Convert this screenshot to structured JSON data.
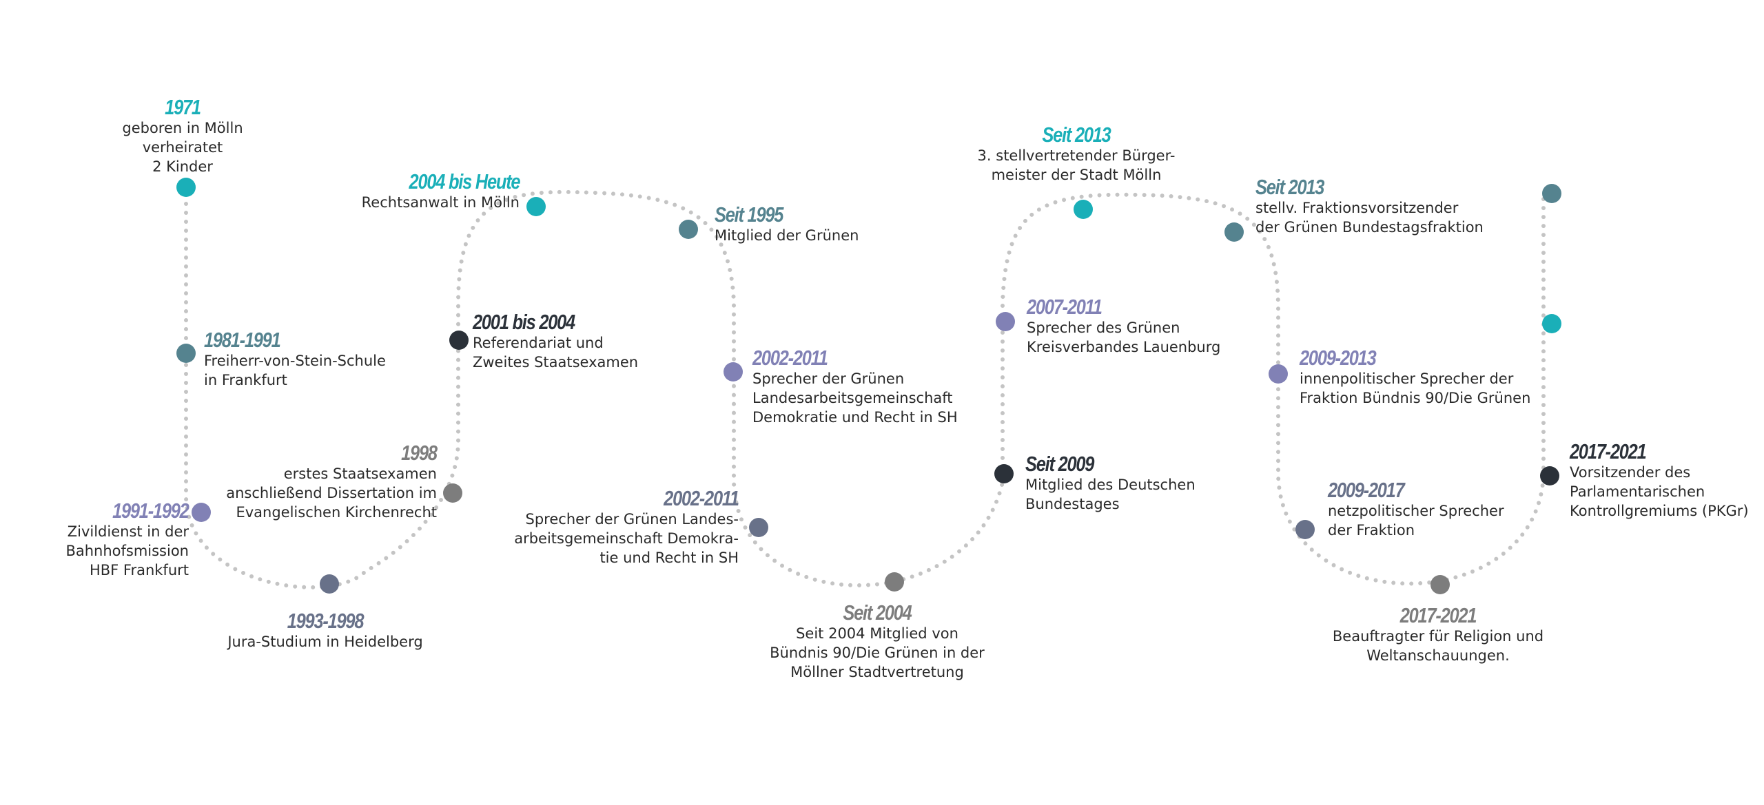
{
  "colors": {
    "teal": "#1aafb8",
    "slate": "#55838f",
    "lavender": "#8181b5",
    "dark": "#2b3139",
    "gray": "#7d7d7d",
    "bluegray": "#687189",
    "path": "#c4c4c4"
  },
  "events": [
    {
      "year": "1971",
      "lines": [
        "geboren in Mölln",
        "verheiratet",
        "2 Kinder"
      ],
      "color": "teal"
    },
    {
      "year": "1981-1991",
      "lines": [
        "Freiherr-von-Stein-Schule",
        "in Frankfurt"
      ],
      "color": "slate"
    },
    {
      "year": "1991-1992",
      "lines": [
        "Zivildienst in der",
        "Bahnhofsmission",
        "HBF Frankfurt"
      ],
      "color": "lavender"
    },
    {
      "year": "1993-1998",
      "lines": [
        "Jura-Studium in Heidelberg"
      ],
      "color": "bluegray"
    },
    {
      "year": "1998",
      "lines": [
        "erstes Staatsexamen",
        "anschließend Dissertation im",
        "Evangelischen Kirchenrecht"
      ],
      "color": "gray"
    },
    {
      "year": "2001 bis 2004",
      "lines": [
        "Referendariat und",
        "Zweites Staatsexamen"
      ],
      "color": "dark"
    },
    {
      "year": "2004 bis Heute",
      "lines": [
        "Rechtsanwalt in Mölln"
      ],
      "color": "teal"
    },
    {
      "year": "Seit 1995",
      "lines": [
        "Mitglied der Grünen"
      ],
      "color": "slate"
    },
    {
      "year": "2002-2011",
      "lines": [
        "Sprecher der Grünen",
        "Landesarbeitsgemeinschaft",
        "Demokratie und Recht in SH"
      ],
      "color": "lavender"
    },
    {
      "year": "2002-2011",
      "lines": [
        "Sprecher der Grünen Landes-",
        "arbeitsgemeinschaft Demokra-",
        "tie und Recht in SH"
      ],
      "color": "bluegray"
    },
    {
      "year": "Seit 2004",
      "lines": [
        "Seit 2004 Mitglied von",
        "Bündnis 90/Die Grünen in der",
        "Möllner Stadtvertretung"
      ],
      "color": "gray"
    },
    {
      "year": "Seit 2009",
      "lines": [
        "Mitglied des Deutschen",
        "Bundestages"
      ],
      "color": "dark"
    },
    {
      "year": "2007-2011",
      "lines": [
        "Sprecher des Grünen",
        "Kreisverbandes Lauenburg"
      ],
      "color": "lavender"
    },
    {
      "year": "Seit 2013",
      "lines": [
        "3. stellvertretender Bürger-",
        "meister der Stadt Mölln"
      ],
      "color": "teal"
    },
    {
      "year": "Seit 2013",
      "lines": [
        "stellv. Fraktionsvorsitzender",
        "der Grünen Bundestagsfraktion"
      ],
      "color": "slate"
    },
    {
      "year": "2009-2013",
      "lines": [
        "innenpolitischer Sprecher der",
        "Fraktion Bündnis 90/Die Grünen"
      ],
      "color": "lavender"
    },
    {
      "year": "2009-2017",
      "lines": [
        "netzpolitischer Sprecher",
        "der Fraktion"
      ],
      "color": "bluegray"
    },
    {
      "year": "2017-2021",
      "lines": [
        "Beauftragter für Religion und",
        "Weltanschauungen."
      ],
      "color": "gray"
    },
    {
      "year": "2017-2021",
      "lines": [
        "Vorsitzender des",
        "Parlamentarischen",
        "Kontrollgremiums (PKGr)"
      ],
      "color": "dark"
    },
    {
      "year": "",
      "lines": [],
      "color": "teal"
    },
    {
      "year": "",
      "lines": [],
      "color": "slate"
    }
  ]
}
